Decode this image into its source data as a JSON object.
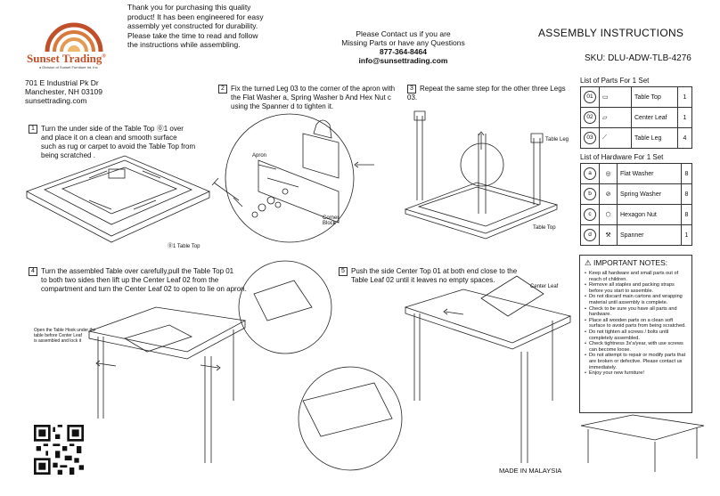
{
  "header": {
    "brand": "Sunset Trading",
    "brand_mark": "®",
    "brand_sub": "a Division of Sunset Furniture Int. Inc",
    "intro": [
      "Thank you for purchasing this quality",
      "product! It has been engineered for easy",
      "assembly yet constructed for durability.",
      "Please take the time to read and follow",
      "the instructions while assembling."
    ],
    "contact_lines": [
      "Please Contact us if you are",
      "Missing Parts or have any Questions"
    ],
    "phone": "877-364-8464",
    "email": "info@sunsettrading.com",
    "title": "ASSEMBLY INSTRUCTIONS",
    "sku": "SKU: DLU-ADW-TLB-4276",
    "address": [
      "701 E Industrial Pk Dr",
      "Manchester, NH 03109",
      "sunsettrading.com"
    ]
  },
  "steps": [
    {
      "num": "1",
      "lines": [
        "Turn the under side of the Table Top ⓪1 over",
        "and place it on a clean and smooth surface",
        "such as rug or carpet to avoid the Table Top from",
        "being scratched ."
      ]
    },
    {
      "num": "2",
      "lines": [
        "Fix the turned Leg 03 to the corner of the apron with",
        "the Flat Washer a, Spring Washer b And  Hex Nut c",
        "using the Spanner d to tighten it."
      ]
    },
    {
      "num": "3",
      "lines": [
        "Repeat the same step for the other three Legs 03."
      ]
    },
    {
      "num": "4",
      "lines": [
        "Turn the assembled Table over carefully,pull the Table Top 01",
        "to both two sides then lift up the Center Leaf 02 from the",
        "compartment and turn the Center Leaf 02 to open to lie on apron."
      ]
    },
    {
      "num": "5",
      "lines": [
        "Push the side Center Top 01 at both end close to the",
        "Table Leaf 02 until it leaves no empty spaces."
      ]
    }
  ],
  "labels": {
    "table_top": "Table Top",
    "table_leg": "Table Leg",
    "center_leaf": "Center Leaf",
    "apron": "Apron",
    "corner_block": [
      "Corner",
      "Block"
    ],
    "hook_note": [
      "Open the Table Hook under the",
      "table before Center Leaf",
      "is assembled and lock it"
    ],
    "made_in": "MADE IN MALAYSIA"
  },
  "parts": {
    "title": "List of Parts For 1 Set",
    "rows": [
      {
        "id": "01",
        "name": "Table Top",
        "qty": "1"
      },
      {
        "id": "02",
        "name": "Center Leaf",
        "qty": "1"
      },
      {
        "id": "03",
        "name": "Table Leg",
        "qty": "4"
      }
    ]
  },
  "hardware": {
    "title": "List of Hardware For 1 Set",
    "rows": [
      {
        "id": "a",
        "name": "Flat Washer",
        "qty": "8"
      },
      {
        "id": "b",
        "name": "Spring Washer",
        "qty": "8"
      },
      {
        "id": "c",
        "name": "Hexagon Nut",
        "qty": "8"
      },
      {
        "id": "d",
        "name": "Spanner",
        "qty": "1"
      }
    ]
  },
  "notes": {
    "title": "IMPORTANT NOTES:",
    "items": [
      "Keep all hardware and small parts out of reach of children.",
      "Remove all staples and packing straps before you start to assemble.",
      "Do not discard main cartons and wrapping material until assembly is complete.",
      "Check to be sure you have all parts and hardware.",
      "Place all wooden parts on a clean soft surface to avoid parts from being scratched.",
      "Do not tighten all screws / bolts until completely assembled.",
      "Check tightness 3x's/year, with use screws can become loose.",
      "Do not attempt to repair or modify parts that are broken or defective. Please contact us immediately.",
      "Enjoy your new furniture!"
    ]
  },
  "colors": {
    "brand": "#c0502a",
    "ink": "#222222"
  }
}
